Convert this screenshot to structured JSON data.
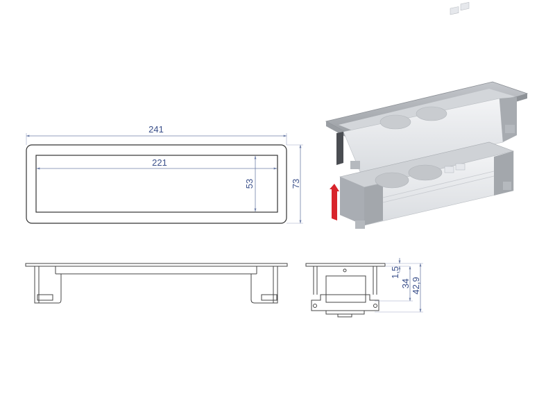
{
  "top_view": {
    "outer_width": "241",
    "inner_width": "221",
    "inner_height": "53",
    "outer_height": "73"
  },
  "side_view": {
    "dim_flange": "1,5",
    "dim_body": "34",
    "dim_total": "42,9"
  },
  "colors": {
    "outline": "#333333",
    "dimension": "#3a4f8a",
    "frame_gray": "#a9adb3",
    "arrow_red": "#d8242b"
  }
}
